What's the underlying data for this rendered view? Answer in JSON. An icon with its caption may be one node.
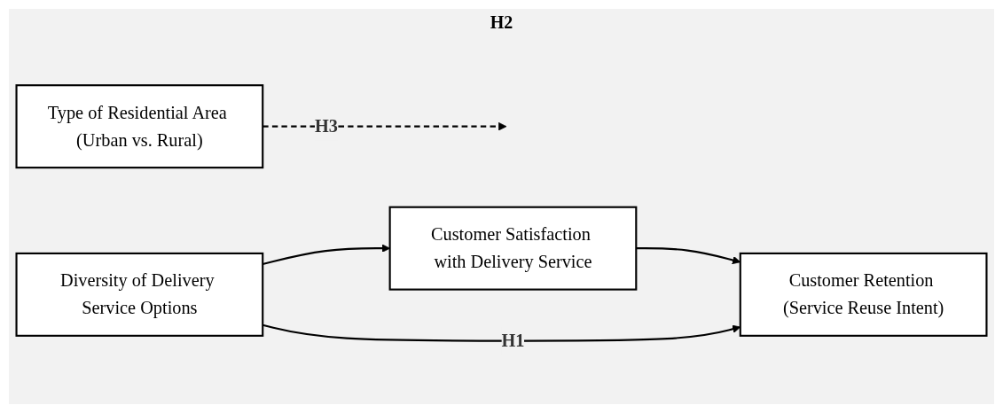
{
  "diagram": {
    "nodes": [
      {
        "text": [
          "Type of Residential Area (Urban vs. Rural)"
        ]
      },
      {
        "text": [
          "Customer Satisfaction with Delivery Service"
        ]
      },
      {
        "text": [
          "Diversity of Delivery Service Options"
        ]
      },
      {
        "text": [
          "Customer Retention (Service Reuse Intent)"
        ]
      }
    ],
    "edges": [
      {
        "from": 0,
        "to": null,
        "arrow": "to",
        "style": "dashed",
        "label": "H3"
      },
      {
        "from": 2,
        "to": 1,
        "arrow": "to"
      },
      {
        "from": 1,
        "to": 3,
        "arrow": "to"
      },
      {
        "from": 2,
        "to": 3,
        "arrow": "to",
        "label": "H1"
      }
    ],
    "labels": [
      "H2"
    ]
  }
}
